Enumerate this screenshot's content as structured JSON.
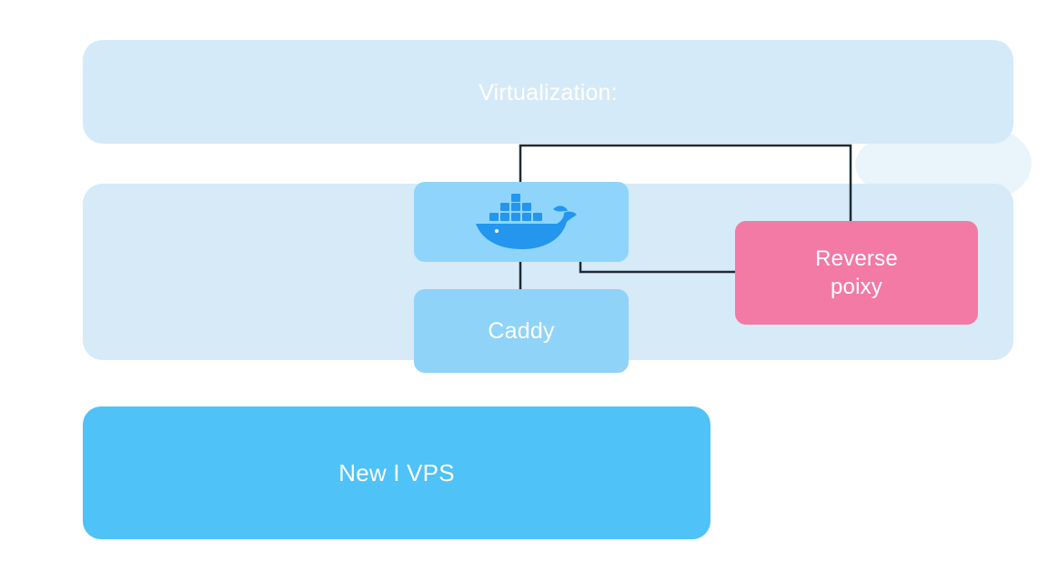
{
  "diagram": {
    "virtualization_label": "Virtualization:",
    "caddy_label": "Caddy",
    "reverse_proxy_line1": "Reverse",
    "reverse_proxy_line2": "poixy",
    "vps_label": "New I VPS"
  },
  "colors": {
    "light_layer": "#d6eaf8",
    "vps": "#4fc2f7",
    "docker_box": "#8fd5fb",
    "docker_logo": "#2496ed",
    "proxy": "#f27aa4",
    "wire": "#1f2a33"
  },
  "icons": [
    "docker-whale-icon",
    "cloud-icon"
  ]
}
